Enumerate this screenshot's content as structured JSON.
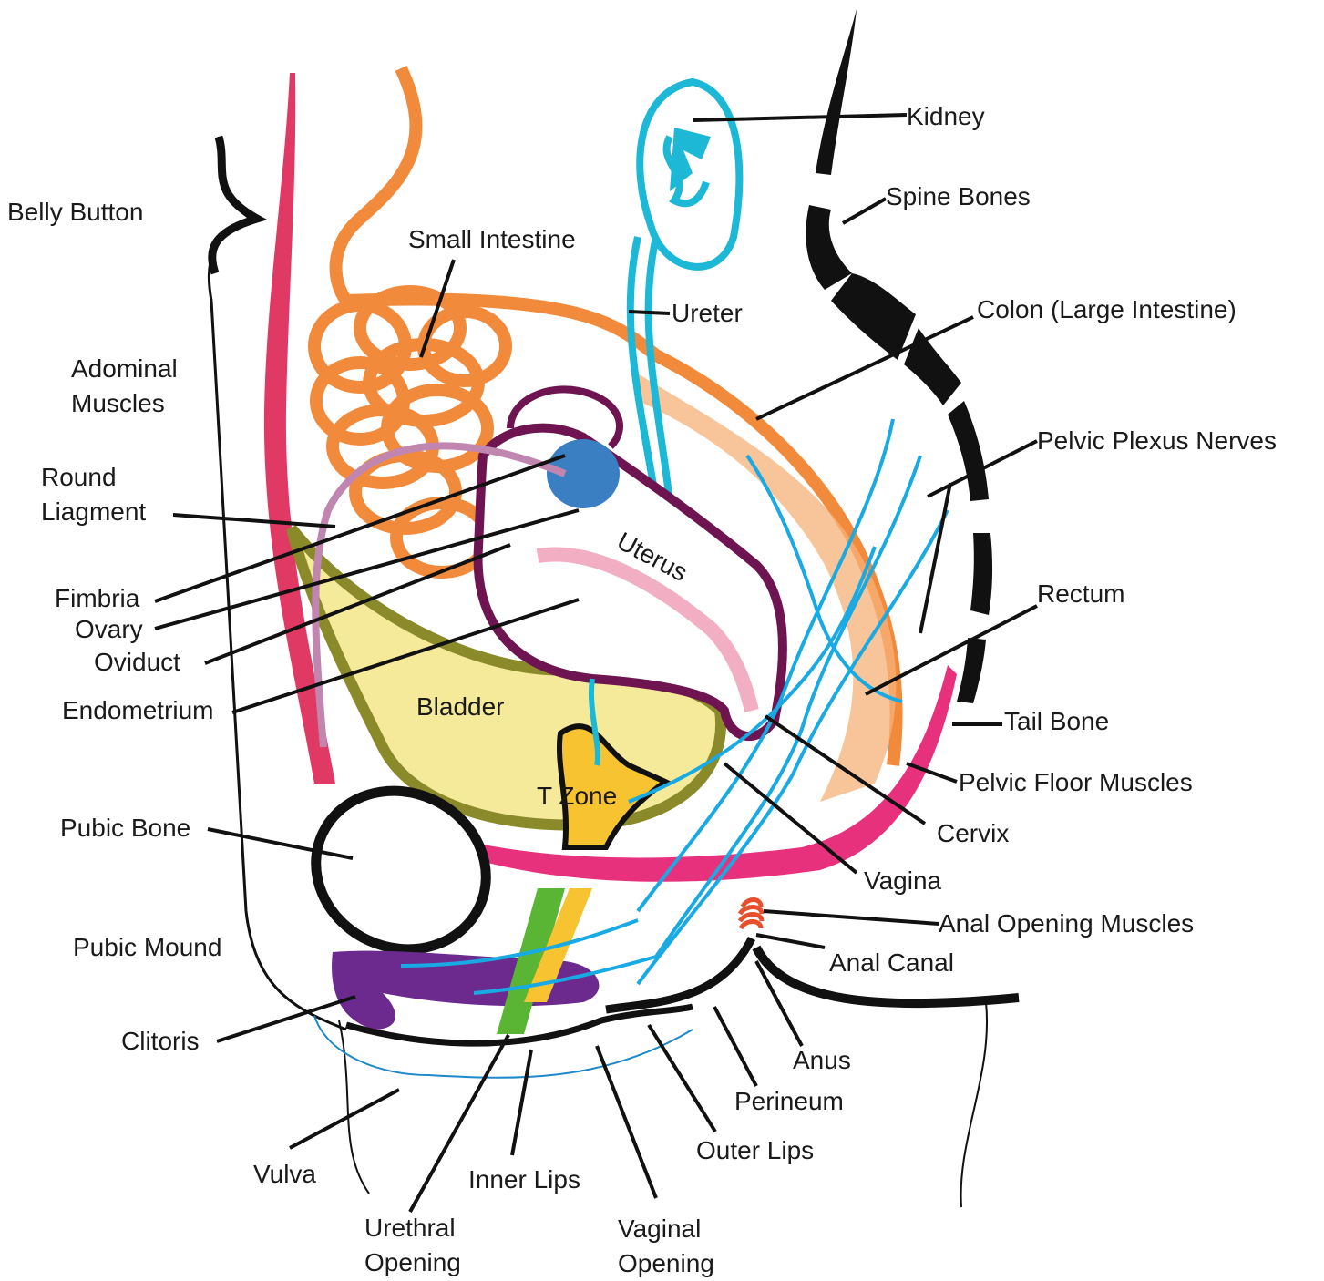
{
  "colors": {
    "abdominal_muscle": "#e03a64",
    "intestine": "#f28a3c",
    "kidney_ureter": "#1cb8d6",
    "nerves": "#19a9e3",
    "uterus_outline": "#6e1450",
    "bladder_fill": "#f5e99a",
    "bladder_outline": "#8a8a2a",
    "tzone": "#f7c331",
    "pelvic_floor": "#e8317c",
    "clitoris": "#6c2a8f",
    "endometrium": "#f2afc4",
    "bone": "#111111",
    "anal_muscle": "#e8502b"
  },
  "labels": {
    "kidney": "Kidney",
    "spine_bones": "Spine Bones",
    "belly_button": "Belly Button",
    "small_intestine": "Small Intestine",
    "ureter": "Ureter",
    "colon": "Colon (Large Intestine)",
    "abdominal_muscles": [
      "Adominal",
      "Muscles"
    ],
    "round_ligament": [
      "Round",
      "Liagment"
    ],
    "pelvic_plexus": "Pelvic Plexus Nerves",
    "uterus": "Uterus",
    "fimbria": "Fimbria",
    "ovary": "Ovary",
    "oviduct": "Oviduct",
    "rectum": "Rectum",
    "endometrium": "Endometrium",
    "bladder": "Bladder",
    "tail_bone": "Tail Bone",
    "pelvic_floor": "Pelvic Floor Muscles",
    "t_zone": "T Zone",
    "pubic_bone": "Pubic Bone",
    "cervix": "Cervix",
    "vagina": "Vagina",
    "anal_opening_muscles": "Anal Opening Muscles",
    "pubic_mound": "Pubic Mound",
    "anal_canal": "Anal Canal",
    "clitoris": "Clitoris",
    "anus": "Anus",
    "perineum": "Perineum",
    "outer_lips": "Outer Lips",
    "vulva": "Vulva",
    "inner_lips": "Inner Lips",
    "urethral_opening": [
      "Urethral",
      "Opening"
    ],
    "vaginal_opening": [
      "Vaginal",
      "Opening"
    ]
  }
}
